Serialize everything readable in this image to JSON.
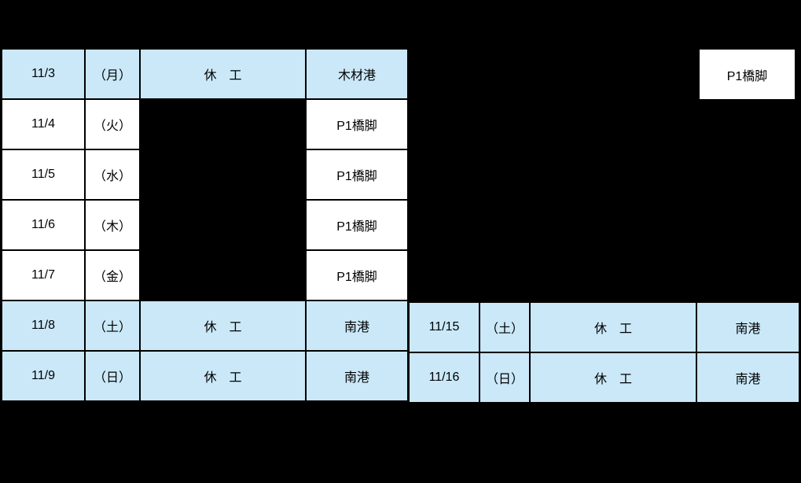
{
  "colors": {
    "highlight_blue": "#cae8f8",
    "date_red": "#ff0000",
    "cell_white": "#ffffff",
    "redacted_black": "#000000"
  },
  "left_table": {
    "rows": [
      {
        "date": "11/3",
        "day": "（月）",
        "status": "休　工",
        "location": "木材港",
        "highlight": true
      },
      {
        "date": "11/4",
        "day": "（火）",
        "status": "",
        "location": "P1橋脚",
        "highlight": false
      },
      {
        "date": "11/5",
        "day": "（水）",
        "status": "",
        "location": "P1橋脚",
        "highlight": false
      },
      {
        "date": "11/6",
        "day": "（木）",
        "status": "",
        "location": "P1橋脚",
        "highlight": false
      },
      {
        "date": "11/7",
        "day": "（金）",
        "status": "",
        "location": "P1橋脚",
        "highlight": false
      },
      {
        "date": "11/8",
        "day": "（土）",
        "status": "休　工",
        "location": "南港",
        "highlight": true
      },
      {
        "date": "11/9",
        "day": "（日）",
        "status": "休　工",
        "location": "南港",
        "highlight": true
      }
    ]
  },
  "right_table": {
    "rows": [
      {
        "date": "11/15",
        "day": "（土）",
        "status": "休　工",
        "location": "南港",
        "highlight": true
      },
      {
        "date": "11/16",
        "day": "（日）",
        "status": "休　工",
        "location": "南港",
        "highlight": true
      }
    ]
  },
  "floating_cell": {
    "location": "P1橋脚"
  }
}
